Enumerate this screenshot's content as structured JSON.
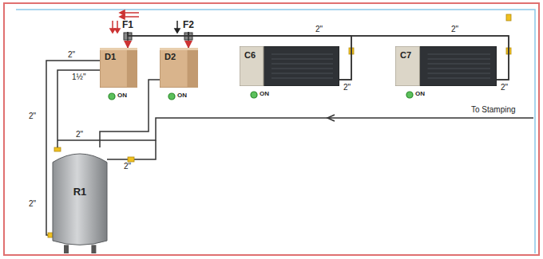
{
  "diagram": {
    "nodes": [
      {
        "text": [
          "F1"
        ]
      },
      {
        "text": [
          "F2"
        ]
      },
      {
        "text": [
          "D1"
        ]
      },
      {
        "text": [
          "D2"
        ]
      },
      {
        "text": [
          "C6"
        ]
      },
      {
        "text": [
          "C7"
        ]
      },
      {
        "text": [
          "R1"
        ]
      }
    ],
    "edges": [
      {
        "from": 4,
        "to": 0,
        "arrow": "none"
      },
      {
        "from": 4,
        "to": 1,
        "arrow": "none"
      },
      {
        "from": 5,
        "to": 0,
        "arrow": "none"
      },
      {
        "from": 5,
        "to": 1,
        "arrow": "none"
      },
      {
        "from": 0,
        "to": 2,
        "arrow": "to"
      },
      {
        "from": 1,
        "to": 3,
        "arrow": "to"
      },
      {
        "from": 2,
        "to": 6,
        "arrow": "none"
      },
      {
        "from": 3,
        "to": 6,
        "arrow": "none"
      }
    ],
    "labels": [
      "2\"",
      "2\"",
      "2\"",
      "1½\"",
      "2\"",
      "2\"",
      "2\"",
      "2\"",
      "2\"",
      "2\"",
      "To Stamping",
      "ON",
      "ON",
      "ON",
      "ON"
    ]
  }
}
